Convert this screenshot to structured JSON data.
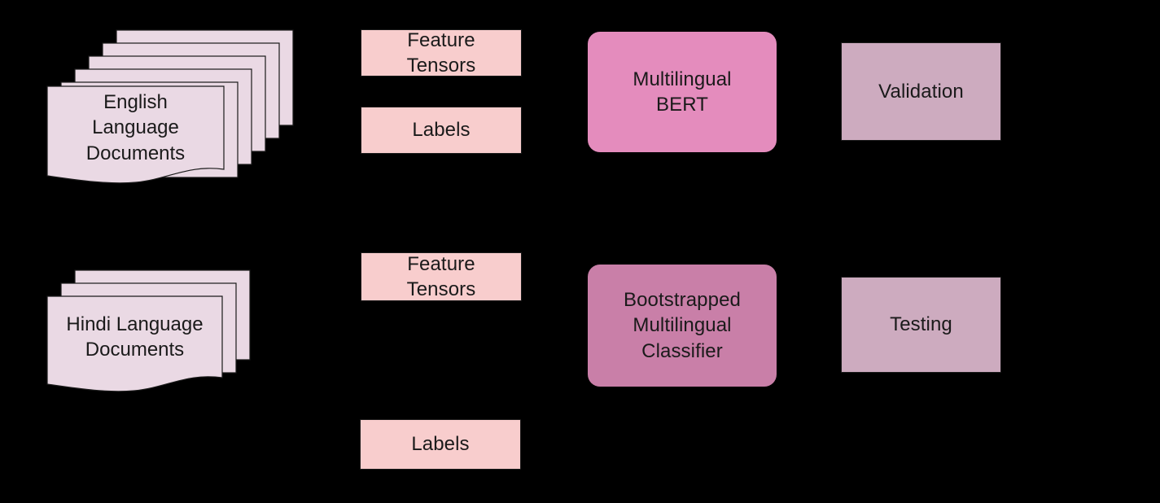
{
  "diagram": {
    "title": "Multilingual BERT bootstrapping pipeline",
    "background_color": "#000000",
    "text_color": "#1a1a1a",
    "palette": {
      "document_fill": "#ead9e4",
      "tensor_fill": "#f8cdcd",
      "model_fill_top": "#e48cbd",
      "model_fill_bottom": "#c97fa8",
      "stage_fill": "#cdabbf",
      "stroke": "#1a1a1a"
    }
  },
  "nodes": {
    "english_documents": {
      "label": "English\nLanguage\nDocuments",
      "sheet_count": 6,
      "fill": "#ead9e4"
    },
    "hindi_documents": {
      "label": "Hindi Language\nDocuments",
      "sheet_count": 3,
      "fill": "#ead9e4"
    },
    "feature_tensors_top": {
      "label": "Feature\nTensors",
      "fill": "#f8cdcd"
    },
    "labels_top": {
      "label": "Labels",
      "fill": "#f8cdcd"
    },
    "feature_tensors_bottom": {
      "label": "Feature\nTensors",
      "fill": "#f8cdcd"
    },
    "labels_bottom": {
      "label": "Labels",
      "fill": "#f8cdcd"
    },
    "multilingual_bert": {
      "label": "Multilingual\nBERT",
      "fill": "#e48cbd"
    },
    "bootstrapped_classifier": {
      "label": "Bootstrapped\nMultilingual\nClassifier",
      "fill": "#c97fa8"
    },
    "validation": {
      "label": "Validation",
      "fill": "#cdabbf"
    },
    "testing": {
      "label": "Testing",
      "fill": "#cdabbf"
    }
  }
}
